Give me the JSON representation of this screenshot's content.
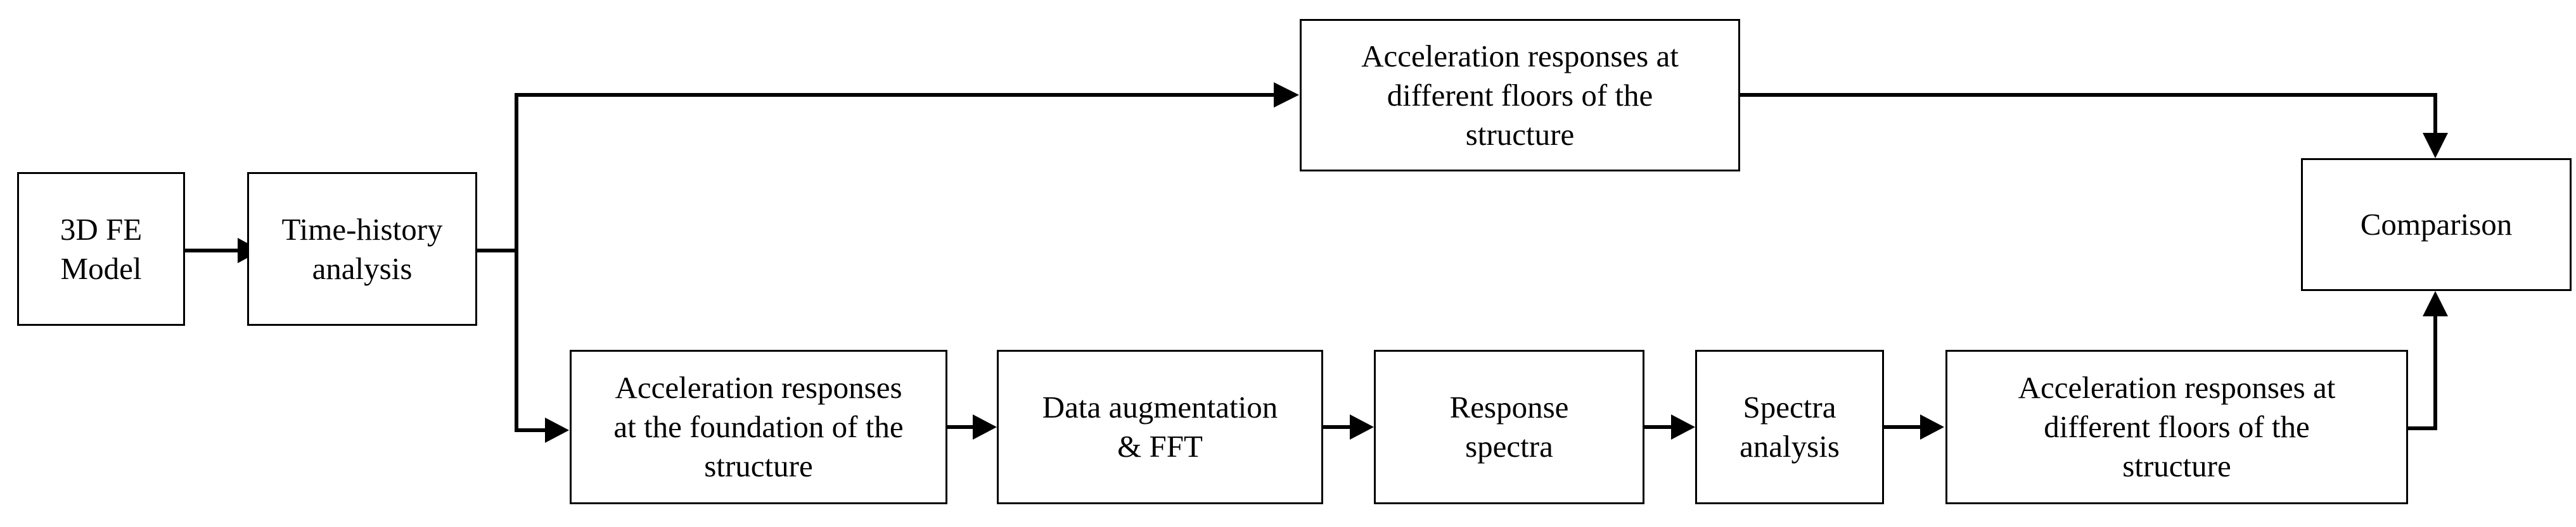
{
  "nodes": {
    "model": "3D FE\nModel",
    "time_history": "Time-history\nanalysis",
    "accel_floors_top": "Acceleration responses at\ndifferent floors of the\nstructure",
    "comparison": "Comparison",
    "accel_foundation": "Acceleration responses\nat the foundation of the\nstructure",
    "data_aug": "Data augmentation\n& FFT",
    "response_spectra": "Response\nspectra",
    "spectra_analysis": "Spectra\nanalysis",
    "accel_floors_bottom": "Acceleration responses at\ndifferent floors of the\nstructure"
  },
  "colors": {
    "line": "#000000",
    "box_fill": "#ffffff",
    "text": "#000000"
  }
}
